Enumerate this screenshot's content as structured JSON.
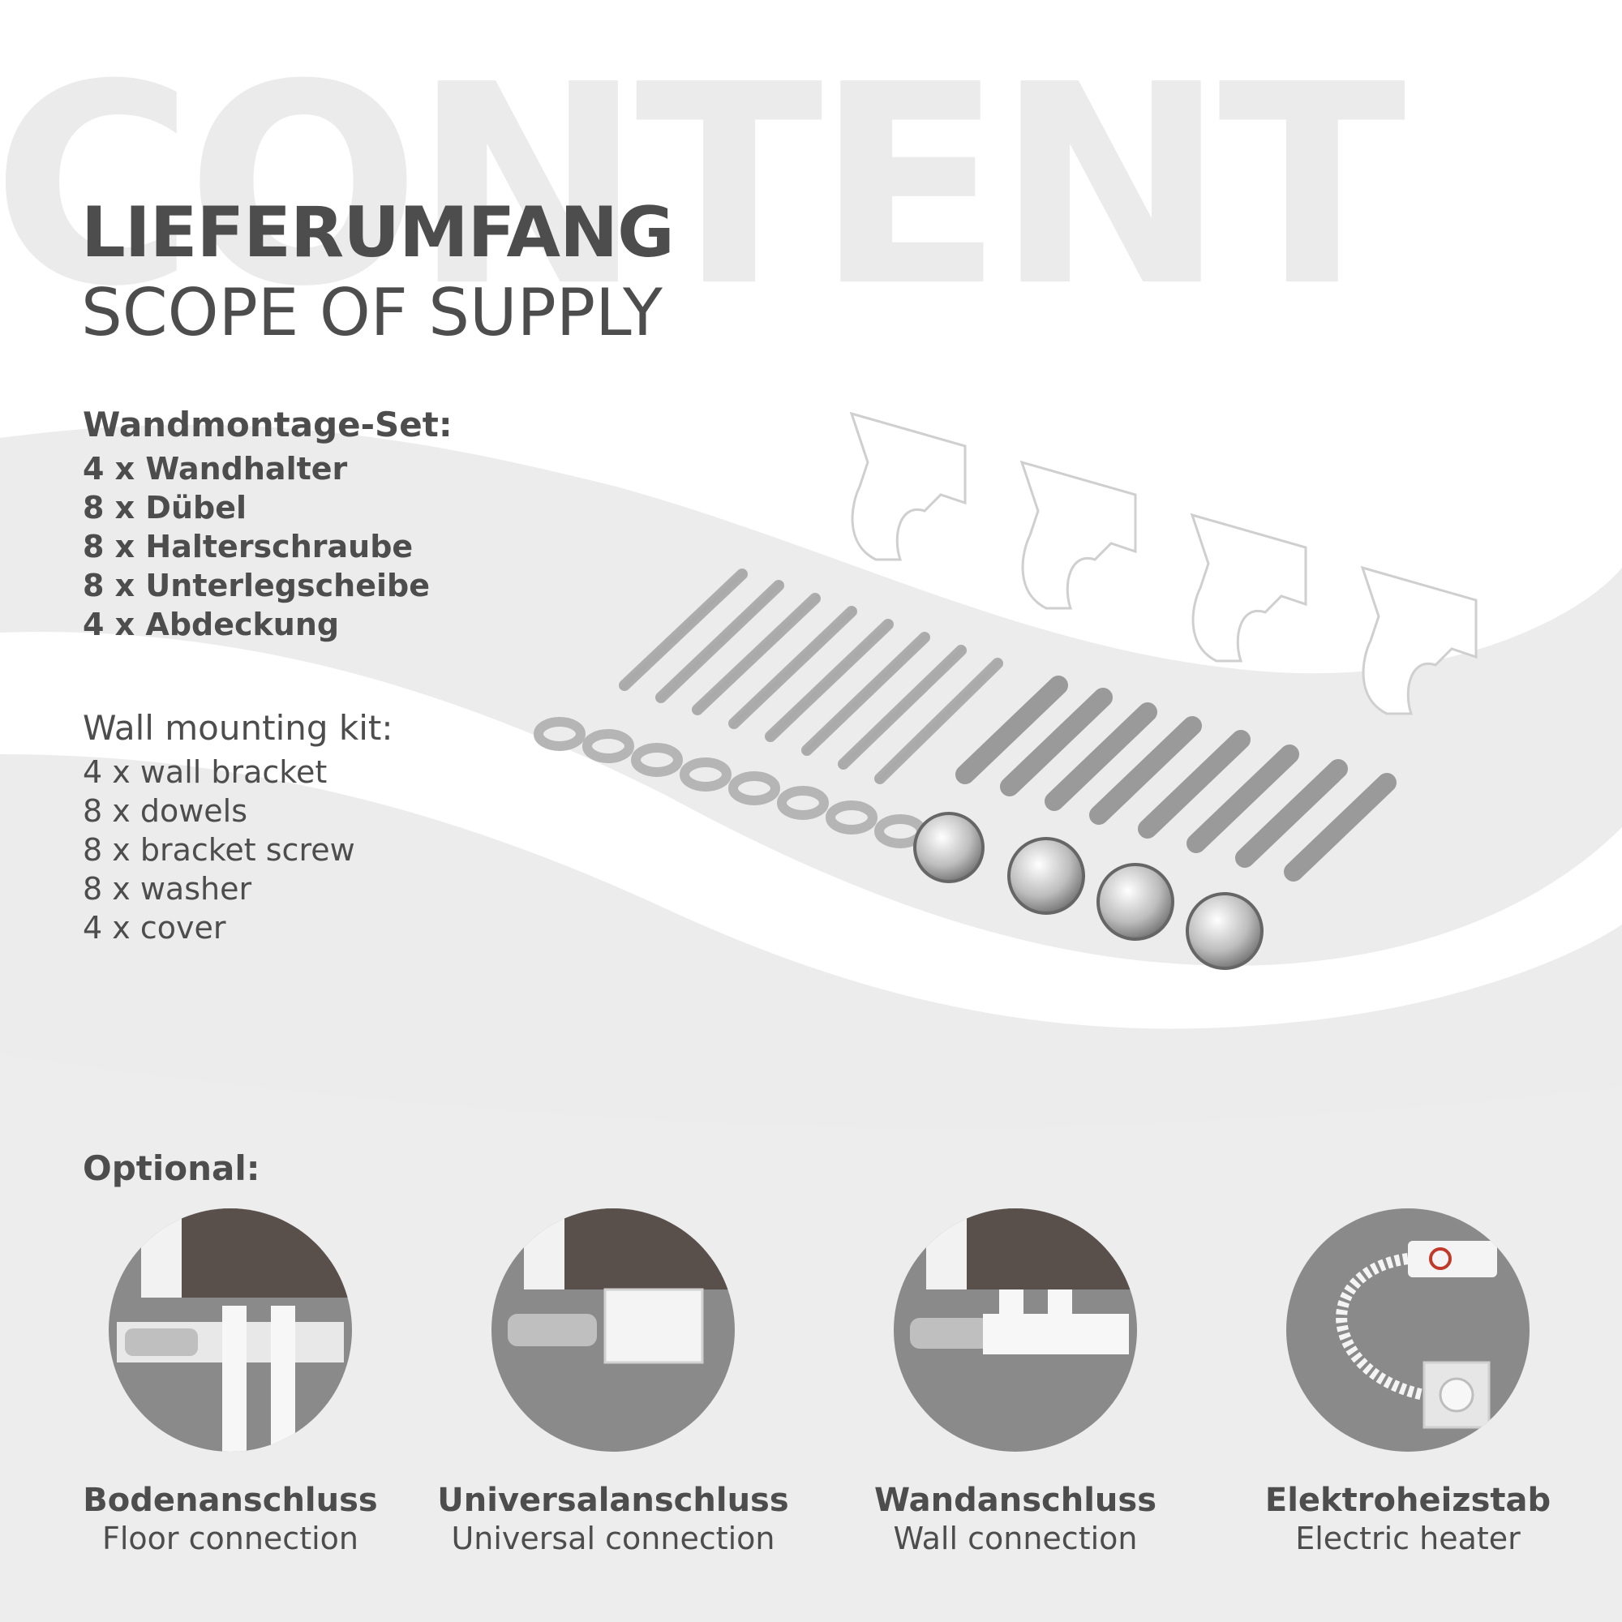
{
  "watermark": "CONTENT",
  "title": {
    "de": "LIEFERUMFANG",
    "en": "SCOPE OF SUPPLY"
  },
  "kit_de": {
    "heading": "Wandmontage-Set:",
    "items": [
      "4 x Wandhalter",
      "8 x Dübel",
      "8 x Halterschraube",
      "8 x Unterlegscheibe",
      "4 x Abdeckung"
    ]
  },
  "kit_en": {
    "heading": "Wall mounting kit:",
    "items": [
      "4 x wall bracket",
      "8 x dowels",
      "8 x bracket screw",
      "8 x washer",
      "4 x cover"
    ]
  },
  "optional": {
    "heading": "Optional:",
    "items": [
      {
        "de": "Bodenanschluss",
        "en": "Floor connection",
        "icon": "floor-connection-valve-icon"
      },
      {
        "de": "Universalanschluss",
        "en": "Universal connection",
        "icon": "universal-connection-valve-icon"
      },
      {
        "de": "Wandanschluss",
        "en": "Wall connection",
        "icon": "wall-connection-valve-icon"
      },
      {
        "de": "Elektroheizstab",
        "en": "Electric heater",
        "icon": "electric-heater-icon"
      }
    ]
  },
  "colors": {
    "text": "#4d4d4d",
    "watermark": "#ebebeb",
    "wave": "#ececec"
  }
}
